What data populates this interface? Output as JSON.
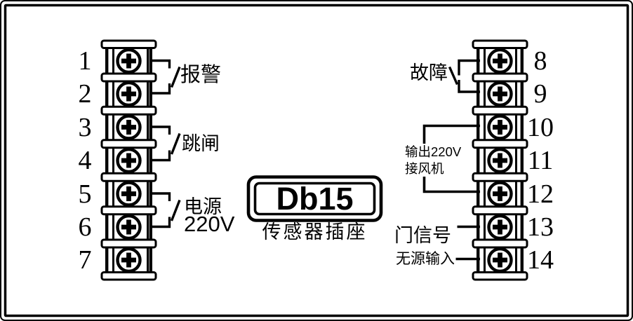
{
  "connector": {
    "label": "Db15",
    "caption": "传感器插座"
  },
  "left": {
    "terminals": [
      "1",
      "2",
      "3",
      "4",
      "5",
      "6",
      "7"
    ],
    "alarm_label": "报警",
    "trip_label": "跳闸",
    "power_label": "电源",
    "power_voltage": "220V"
  },
  "right": {
    "terminals": [
      "8",
      "9",
      "10",
      "11",
      "12",
      "13",
      "14"
    ],
    "fault_label": "故障",
    "fan_output_line1": "输出220V",
    "fan_output_line2": "接风机",
    "door_label": "门信号",
    "passive_label": "无源输入"
  },
  "colors": {
    "line": "#000000",
    "background": "#ffffff"
  }
}
